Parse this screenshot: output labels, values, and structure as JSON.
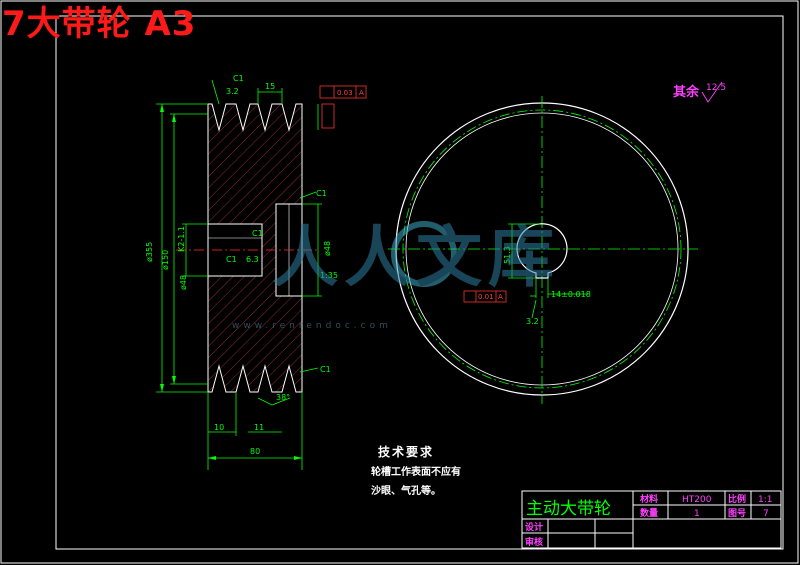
{
  "title": "7大带轮  A3",
  "roughness_other": {
    "label": "其余",
    "value": "12.5"
  },
  "tech_requirements": {
    "heading": "技术要求",
    "line1": "轮槽工作表面不应有",
    "line2": "沙眼、气孔等。"
  },
  "title_block": {
    "part_name": "主动大带轮",
    "material_label": "材料",
    "material": "HT200",
    "scale_label": "比例",
    "scale": "1:1",
    "quantity_label": "数量",
    "quantity": "1",
    "drawing_no_label": "图号",
    "drawing_no": "7",
    "designer_label": "设计",
    "reviewer_label": "审核"
  },
  "dimensions": {
    "outer_dia": "ø355",
    "inner_dia": "ø150",
    "bore_dia": "ø48",
    "hub_len": "1:35",
    "pitch": "15",
    "edge": "10",
    "groove_top": "11",
    "groove_angle": "38°",
    "total_width": "80",
    "chamfer": "C1",
    "roughness_a": "6.3",
    "roughness_b": "3.2",
    "tol_runout": "0.03",
    "tol_sym": "0.01",
    "keyway_depth": "51.3",
    "keyway_width": "14±0.018",
    "datum": "A",
    "rt": "K2-1.1"
  },
  "watermark": {
    "text": "人人文库",
    "url": "www.renrendoc.com"
  }
}
